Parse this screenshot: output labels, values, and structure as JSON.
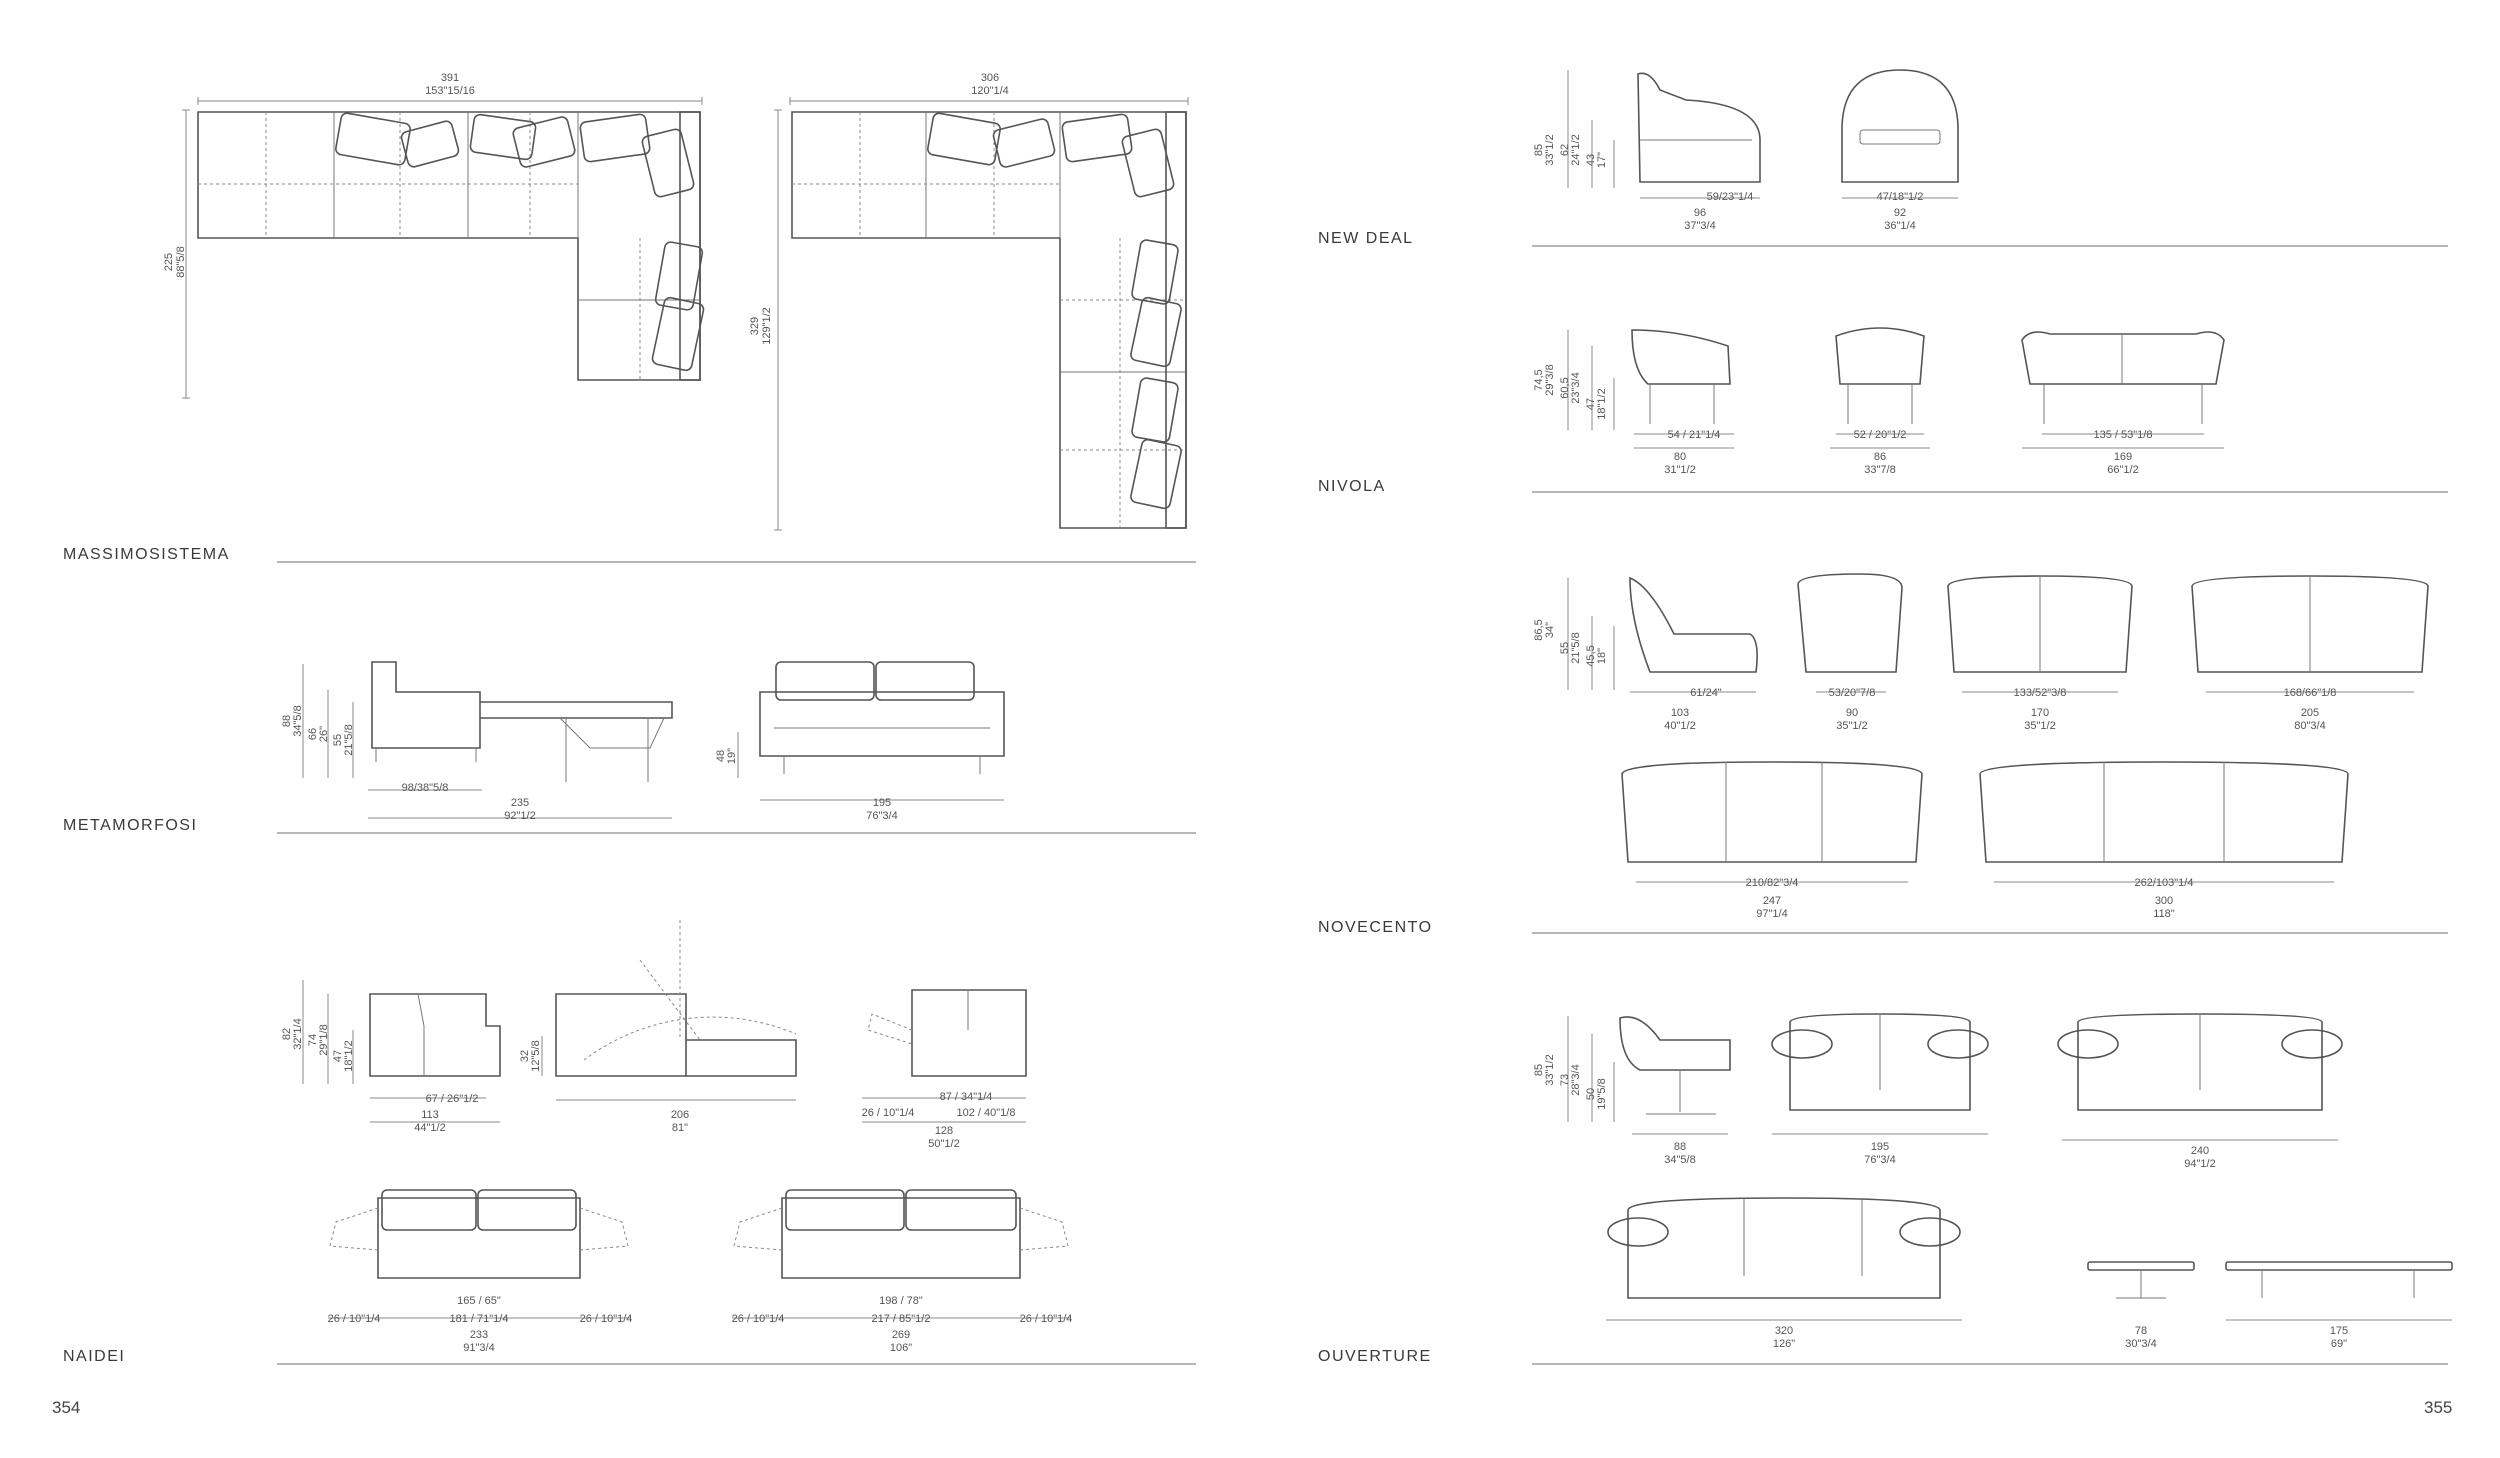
{
  "pages": {
    "left": "354",
    "right": "355"
  },
  "sections": {
    "massimosistema": {
      "name": "MASSIMOSISTEMA",
      "dims": [
        "391",
        "153\"15/16",
        "306",
        "120\"1/4",
        "225",
        "88\"5/8",
        "329",
        "129\"1/2"
      ]
    },
    "metamorfosi": {
      "name": "METAMORFOSI",
      "dims": [
        "88",
        "34\"5/8",
        "66",
        "26\"",
        "55",
        "21\"5/8",
        "98/38\"5/8",
        "235",
        "92\"1/2",
        "48",
        "19\"",
        "195",
        "76\"3/4"
      ]
    },
    "naidei": {
      "name": "NAIDEI",
      "dims": [
        "82",
        "32\"1/4",
        "74",
        "29\"1/8",
        "47",
        "18\"1/2",
        "67 / 26\"1/2",
        "113",
        "44\"1/2",
        "32",
        "12\"5/8",
        "206",
        "81\"",
        "87 / 34\"1/4",
        "26 / 10\"1/4",
        "102 / 40\"1/8",
        "128",
        "50\"1/2",
        "165 / 65\"",
        "26 / 10\"1/4",
        "181 / 71\"1/4",
        "26 / 10\"1/4",
        "233",
        "91\"3/4",
        "198 / 78\"",
        "26 / 10\"1/4",
        "217 / 85\"1/2",
        "26 / 10\"1/4",
        "269",
        "106\""
      ]
    },
    "new_deal": {
      "name": "NEW DEAL",
      "dims": [
        "85",
        "33\"1/2",
        "62",
        "24\"1/2",
        "43",
        "17\"",
        "59/23\"1/4",
        "96",
        "37\"3/4",
        "47/18\"1/2",
        "92",
        "36\"1/4"
      ]
    },
    "nivola": {
      "name": "NIVOLA",
      "dims": [
        "74,5",
        "29\"3/8",
        "60,5",
        "23\"3/4",
        "47",
        "18\"1/2",
        "54 / 21\"1/4",
        "80",
        "31\"1/2",
        "52 / 20\"1/2",
        "86",
        "33\"7/8",
        "135 / 53\"1/8",
        "169",
        "66\"1/2"
      ]
    },
    "novecento": {
      "name": "NOVECENTO",
      "dims": [
        "86,5",
        "34\"",
        "55",
        "21\"5/8",
        "45,5",
        "18\"",
        "61/24\"",
        "103",
        "40\"1/2",
        "53/20\"7/8",
        "90",
        "35\"1/2",
        "133/52\"3/8",
        "170",
        "35\"1/2",
        "168/66\"1/8",
        "205",
        "80\"3/4",
        "210/82\"3/4",
        "247",
        "97\"1/4",
        "262/103\"1/4",
        "300",
        "118\""
      ]
    },
    "ouverture": {
      "name": "OUVERTURE",
      "dims": [
        "85",
        "33\"1/2",
        "73",
        "28\"3/4",
        "50",
        "19\"5/8",
        "88",
        "34\"5/8",
        "195",
        "76\"3/4",
        "240",
        "94\"1/2",
        "320",
        "126\"",
        "78",
        "30\"3/4",
        "175",
        "69\""
      ]
    }
  }
}
